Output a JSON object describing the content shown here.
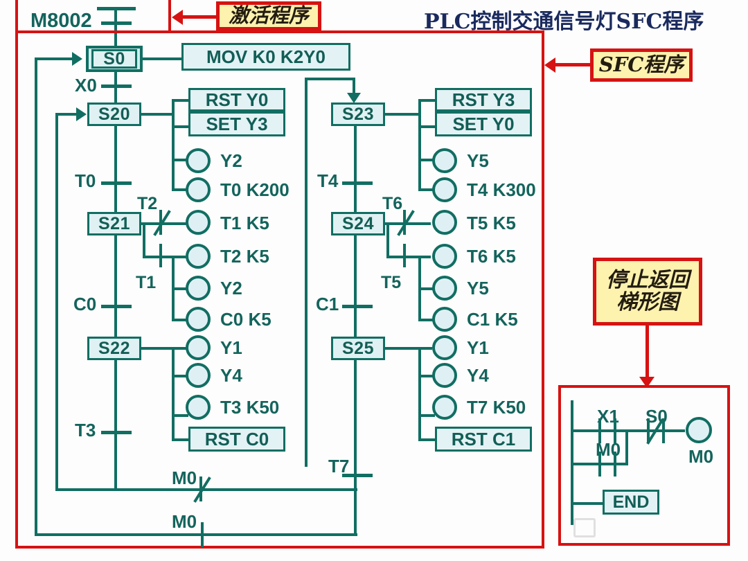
{
  "title": "PLC控制交通信号灯SFC程序",
  "callouts": {
    "activate": {
      "label": "激活程序"
    },
    "sfc": {
      "label": "SFC程序"
    },
    "stop_return": {
      "line1": "停止返回",
      "line2": "梯形图"
    }
  },
  "init_rung": {
    "contact": "M8002"
  },
  "colors": {
    "teal": "#116e62",
    "step_fill": "#dff1f3",
    "action_fill": "#e3f2f5",
    "coil_fill": "#dff0f5",
    "red": "#d61212",
    "callout_fill": "#fdf2ae",
    "title": "#1a2a5e"
  },
  "sfc": {
    "left_branch": {
      "steps": [
        {
          "name": "S0",
          "actions": [
            "MOV K0 K2Y0"
          ],
          "transition": "X0"
        },
        {
          "name": "S20",
          "actions": [
            "RST Y0",
            "SET Y3"
          ],
          "coils": [
            "Y2",
            "T0  K200"
          ],
          "transition": "T0"
        },
        {
          "name": "S21",
          "coils": [
            "T1  K5",
            "T2  K5",
            "Y2",
            "C0  K5"
          ],
          "contacts": [
            "T2",
            "T1"
          ],
          "transition": "C0"
        },
        {
          "name": "S22",
          "coils": [
            "Y1",
            "Y4",
            "T3  K50"
          ],
          "actions": [
            "RST C0"
          ],
          "transition": "T3"
        }
      ]
    },
    "right_branch": {
      "steps": [
        {
          "name": "S23",
          "actions": [
            "RST Y3",
            "SET Y0"
          ],
          "coils": [
            "Y5",
            "T4  K300"
          ],
          "transition": "T4"
        },
        {
          "name": "S24",
          "coils": [
            "T5  K5",
            "T6  K5",
            "Y5",
            "C1  K5"
          ],
          "contacts": [
            "T6",
            "T5"
          ],
          "transition": "C1"
        },
        {
          "name": "S25",
          "coils": [
            "Y1",
            "Y4",
            "T7  K50"
          ],
          "actions": [
            "RST C1"
          ],
          "transition": "T7"
        }
      ]
    },
    "return_contacts": [
      {
        "label": "M0",
        "type": "nc"
      },
      {
        "label": "M0",
        "type": "no"
      }
    ]
  },
  "ladder": {
    "rung1": {
      "contacts": [
        {
          "label": "X1",
          "type": "no"
        },
        {
          "label": "M0",
          "type": "no"
        },
        {
          "label": "S0",
          "type": "nc"
        }
      ],
      "coil": "M0"
    },
    "end_block": "END"
  },
  "watermark": {
    "text": ""
  }
}
